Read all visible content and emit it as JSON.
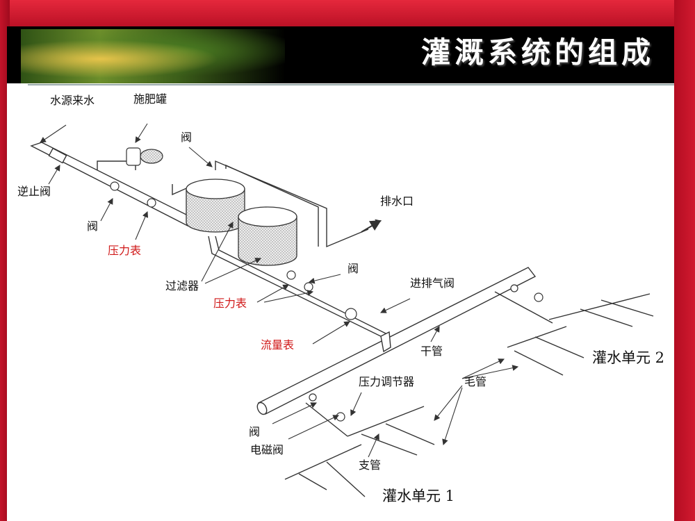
{
  "slide": {
    "title": "灌溉系统的组成"
  },
  "labels": {
    "water_source": "水源来水",
    "fertilizer_tank": "施肥罐",
    "check_valve": "逆止阀",
    "valve_upper": "阀",
    "valve_left": "阀",
    "pressure_gauge_1": "压力表",
    "drain_outlet": "排水口",
    "filter": "过滤器",
    "valve_mid": "阀",
    "air_valve": "进排气阀",
    "pressure_gauge_2": "压力表",
    "flow_meter": "流量表",
    "main_pipe": "干管",
    "irrigation_unit_2": "灌水单元 2",
    "pressure_regulator": "压力调节器",
    "capillary_tube": "毛管",
    "valve_low": "阀",
    "solenoid_valve": "电磁阀",
    "branch_pipe": "支管",
    "irrigation_unit_1": "灌水单元 1"
  },
  "colors": {
    "frame_red": "#c8102e",
    "label_red": "#d01818",
    "header_black": "#000000"
  }
}
